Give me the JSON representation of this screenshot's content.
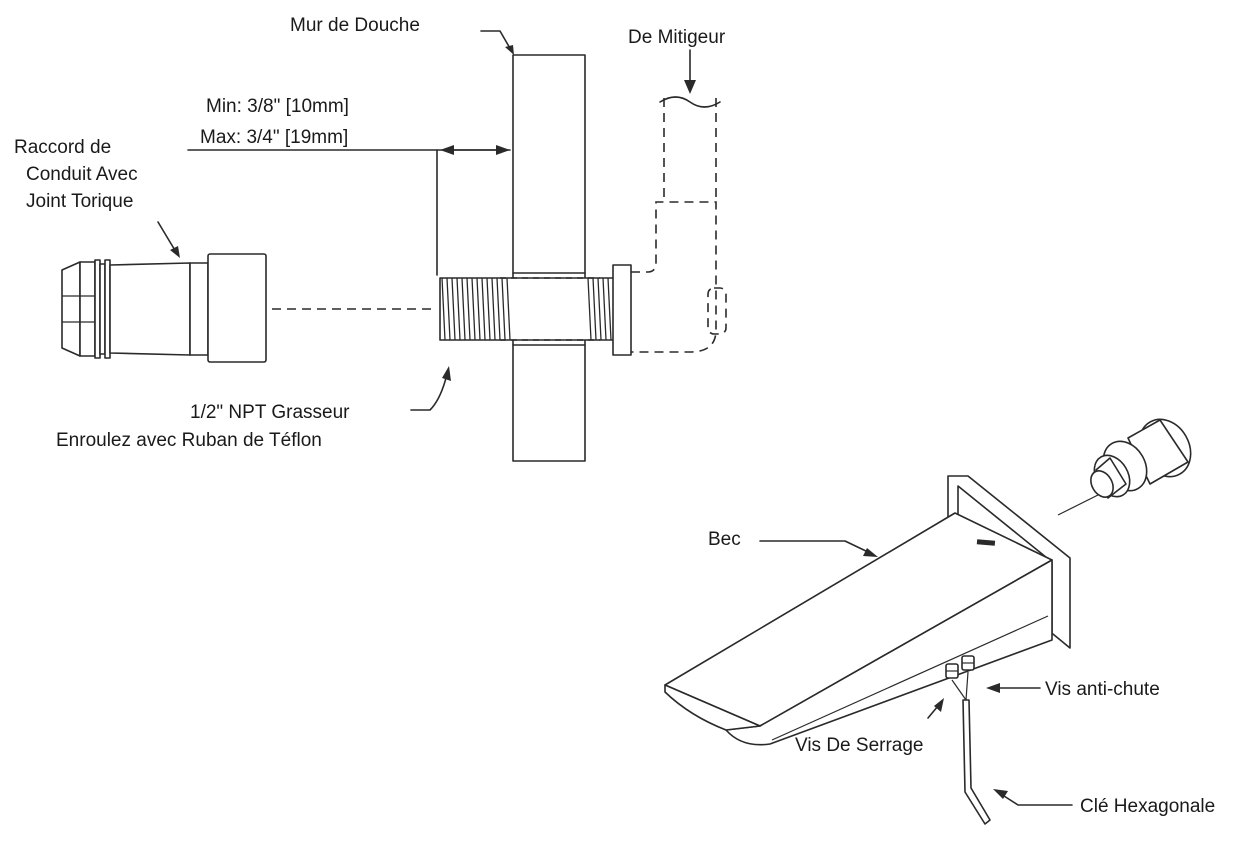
{
  "labels": {
    "shower_wall": "Mur de Douche",
    "from_mixer": "De Mitigeur",
    "min_depth": "Min: 3/8\" [10mm]",
    "max_depth": "Max: 3/4\" [19mm]",
    "conduit_fitting_line1": "Raccord de",
    "conduit_fitting_line2": "Conduit Avec",
    "conduit_fitting_line3": "Joint Torique",
    "npt_line1": "1/2\" NPT Grasseur",
    "npt_line2": "Enroulez avec Ruban de Téflon",
    "spout": "Bec",
    "anti_drop_screw": "Vis anti-chute",
    "set_screw": "Vis De Serrage",
    "hex_key": "Clé Hexagonale"
  }
}
